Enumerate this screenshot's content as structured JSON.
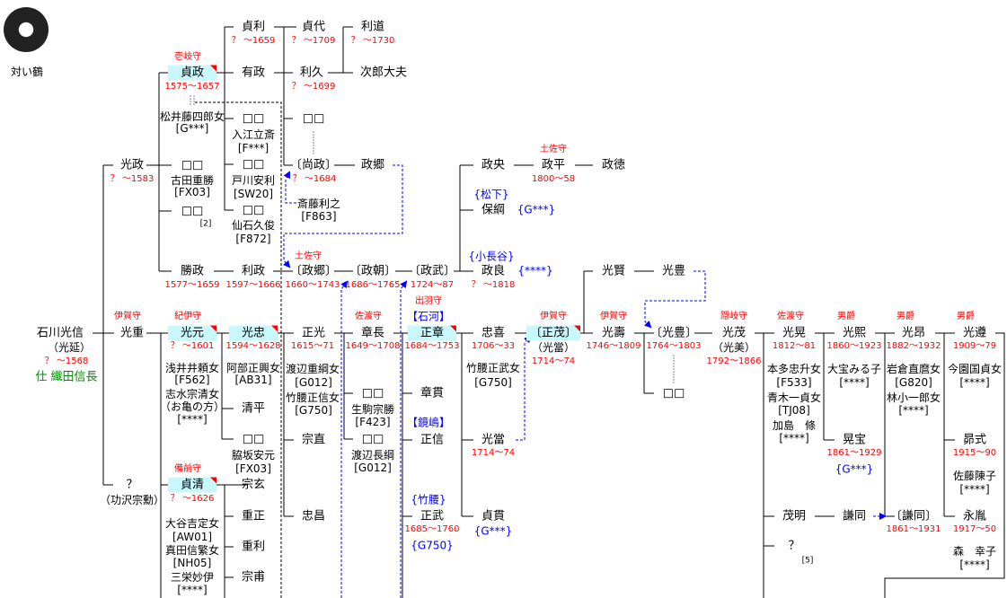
{
  "crest": {
    "label": "対い鶴"
  },
  "p": {
    "mitsunobu": {
      "name": "石川光信",
      "alias": "（光延）",
      "years": "？ 〜1568",
      "service": "仕 織田信長"
    },
    "mitsumasa": {
      "name": "光政",
      "years": "？ 〜1583"
    },
    "mitsushige": {
      "title": "伊賀守",
      "name": "光重"
    },
    "unknown1": {
      "name": "？",
      "alias": "（功沢宗勳）"
    },
    "sadamasa": {
      "title": "壱岐守",
      "name": "貞政",
      "years": "1575〜1657",
      "spouse": "松井藤四郎女",
      "code": "[G***]"
    },
    "bb1": {
      "name": "□□",
      "spouse": "古田重勝",
      "code": "[FX03]"
    },
    "bb2": {
      "name": "□□",
      "note": "[2]"
    },
    "katsumasa": {
      "name": "勝政",
      "years": "1577〜1659"
    },
    "mitsumoto": {
      "title": "紀伊守",
      "name": "光元",
      "years": "？ 〜1601",
      "spouse1": "浅井井頼女",
      "code1": "[F562]",
      "spouse2": "志水宗清女",
      "alias2": "（お亀の方）",
      "code2": "[****]"
    },
    "sadakiyo": {
      "title": "備前守",
      "name": "貞清",
      "years": "？ 〜1626",
      "spouse1": "大谷吉定女",
      "code1": "[AW01]",
      "spouse2": "真田信繁女",
      "code2": "[NH05]",
      "spouse3": "三栄妙伊",
      "code3": "[****]"
    },
    "sadatoshi": {
      "name": "貞利",
      "years": "？ 〜1659"
    },
    "arimasa": {
      "name": "有政"
    },
    "bb3": {
      "name": "□□",
      "spouse": "入江立斎",
      "code": "[F***]"
    },
    "bb4": {
      "name": "□□",
      "spouse": "戸川安利",
      "code": "[SW20]"
    },
    "bb5": {
      "name": "□□",
      "spouse": "仙石久俊",
      "code": "[F872]"
    },
    "toshimasa": {
      "name": "利政",
      "years": "1597〜1666"
    },
    "mitsutada": {
      "name": "光忠",
      "years": "1594〜1628",
      "spouse": "阿部正興女",
      "code": "[AB31]"
    },
    "kiyohira": {
      "name": "清平"
    },
    "bb6": {
      "name": "□□",
      "spouse": "脇坂安元",
      "code": "[FX03]"
    },
    "sogen": {
      "name": "宗玄"
    },
    "shigemasa": {
      "name": "重正"
    },
    "shigetoshi": {
      "name": "重利"
    },
    "soho": {
      "name": "宗甫"
    },
    "sadayo": {
      "name": "貞代",
      "years": "？ 〜1709"
    },
    "toshihisa": {
      "name": "利久",
      "years": "？ 〜1699"
    },
    "bb7": {
      "name": "□□"
    },
    "naomasa": {
      "name": "〔尚政〕",
      "years": "？ 〜1684",
      "spouse": "斎藤利之",
      "code": "[F863]"
    },
    "masasato2": {
      "title": "土佐守",
      "name": "〔政郷〕",
      "years": "1660〜1743"
    },
    "masamitsu": {
      "name": "正光",
      "years": "1615〜71",
      "spouse1": "渡辺重綱女",
      "code1": "[G012]",
      "spouse2": "竹腰正信女",
      "code2": "[G750]"
    },
    "munenao": {
      "name": "宗直"
    },
    "tadamasa": {
      "name": "忠昌"
    },
    "toshimichi": {
      "name": "利道",
      "years": "？ 〜1730"
    },
    "jirodayu": {
      "name": "次郎大夫"
    },
    "masasato": {
      "name": "政郷"
    },
    "masatomo": {
      "name": "〔政朝〕",
      "years": "1686〜1765"
    },
    "akinaga": {
      "title": "佐渡守",
      "name": "章長",
      "years": "1649〜1708"
    },
    "bb8": {
      "name": "□□",
      "spouse": "生駒宗勝",
      "code": "[F423]"
    },
    "bb9": {
      "name": "□□",
      "spouse": "渡辺長綱",
      "code": "[G012]"
    },
    "masatake": {
      "name": "〔政武〕",
      "years": "1724〜87"
    },
    "masaaki": {
      "title": "出羽守",
      "house": "【石河】",
      "name": "正章",
      "years": "1684〜1753"
    },
    "akinuki": {
      "name": "章貫"
    },
    "masanobu": {
      "house": "【鏡嶋】",
      "name": "正信"
    },
    "masatake2": {
      "house": "{竹腰}",
      "name": "正武",
      "years": "1685〜1760",
      "code": "{G750}"
    },
    "masanaka": {
      "name": "政央"
    },
    "yasutsuna": {
      "house": "{松下}",
      "name": "保綱",
      "code": "{G***}"
    },
    "masayoshi": {
      "house": "{小長谷}",
      "name": "政良",
      "years": "？ 〜1818",
      "code": "{****}"
    },
    "tadayoshi": {
      "name": "忠喜",
      "years": "1706〜33",
      "spouse": "竹腰正武女",
      "code": "[G750]"
    },
    "mitsumasa2": {
      "name": "光當",
      "years": "1714〜74"
    },
    "sadanuki": {
      "name": "貞貫",
      "code": "{G***}"
    },
    "masahira": {
      "title": "土佐守",
      "name": "政平",
      "years": "1800〜58"
    },
    "masashige": {
      "title": "伊賀守",
      "name": "〔正茂〕",
      "alias": "（光當）",
      "years": "1714〜74"
    },
    "masanori": {
      "name": "政徳"
    },
    "mitsukata": {
      "name": "光賢"
    },
    "mitsutoyo": {
      "name": "光豊"
    },
    "mitsutoshi": {
      "title": "伊賀守",
      "name": "光壽",
      "years": "1746〜1809"
    },
    "mitsutoyo2": {
      "name": "〔光豊〕",
      "years": "1764〜1803"
    },
    "bb10": {
      "name": "□□"
    },
    "mitsushige2": {
      "title": "隠岐守",
      "name": "光茂",
      "alias": "（光美）",
      "years": "1792〜1866"
    },
    "mitsuaki": {
      "title": "佐渡守",
      "name": "光晃",
      "years": "1812〜81",
      "spouse1": "本多忠升女",
      "code1": "[F533]",
      "spouse2": "青木一貞女",
      "code2": "[TJ08]",
      "spouse3": "加島　條",
      "code3": "[****]"
    },
    "shigeaki": {
      "name": "茂明"
    },
    "unknown2": {
      "name": "？",
      "note": "[5]"
    },
    "mitsuhiro": {
      "title": "男爵",
      "name": "光熙",
      "years": "1860〜1923",
      "spouse": "大宝みる子",
      "code": "[****]"
    },
    "akitaka": {
      "name": "晃宝",
      "years": "1861〜1929",
      "code": "{G***}"
    },
    "kendo": {
      "name": "謙同"
    },
    "mitsutaka": {
      "title": "男爵",
      "name": "光昂",
      "years": "1882〜1932",
      "spouse1": "岩倉直麿女",
      "code1": "[G820]",
      "spouse2": "林小一郎女",
      "code2": "[****]"
    },
    "kendo2": {
      "name": "〔謙同〕",
      "years": "1861〜1931"
    },
    "mitsuyuki": {
      "title": "男爵",
      "name": "光遵",
      "years": "1909〜79",
      "spouse": "今園国貞女",
      "code": "[****]"
    },
    "akinori": {
      "name": "昴式",
      "years": "1915〜90",
      "spouse": "佐藤陳子",
      "code": "[****]"
    },
    "nagatane": {
      "name": "永胤",
      "years": "1917〜50",
      "spouse": "森　幸子",
      "code": "[****]"
    }
  },
  "colors": {
    "title": "#ff0000",
    "house": "#0000ff",
    "service": "#008000",
    "highlight": "#c8f8fc"
  }
}
